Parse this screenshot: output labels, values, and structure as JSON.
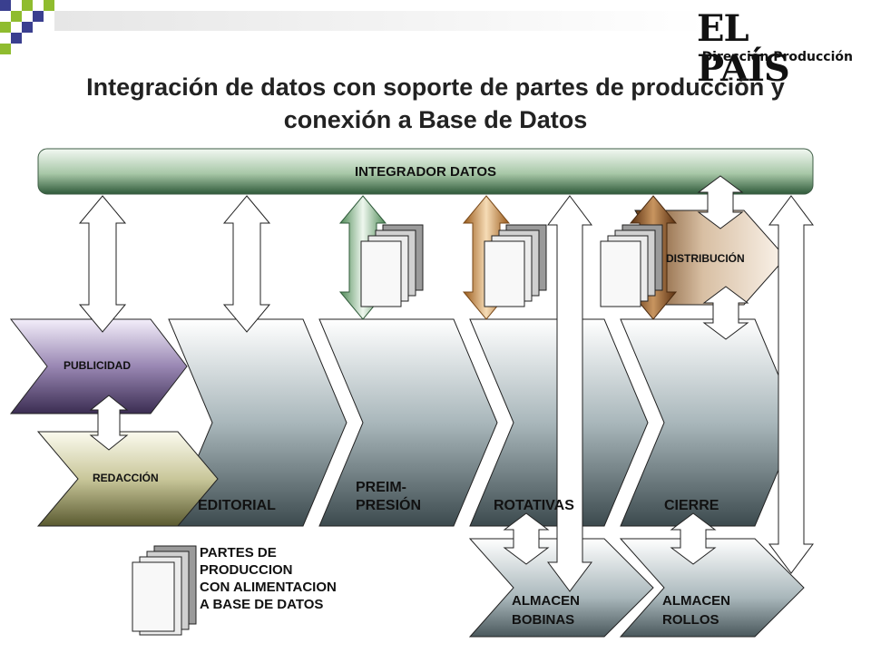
{
  "slide": {
    "title": "Integración de datos con soporte de partes de producción y conexión a Base de Datos",
    "logo": {
      "main": "EL PAÍS",
      "sub": "Dirección Producción"
    }
  },
  "integrator": {
    "label": "INTEGRADOR DATOS"
  },
  "stages": {
    "publicidad": "PUBLICIDAD",
    "redaccion": "REDACCIÓN",
    "editorial": "EDITORIAL",
    "preimpresion_1": "PREIM-",
    "preimpresion_2": "PRESIÓN",
    "rotativas": "ROTATIVAS",
    "cierre": "CIERRE",
    "distribucion": "DISTRIBUCIÓN",
    "almacen_bobinas_1": "ALMACEN",
    "almacen_bobinas_2": "BOBINAS",
    "almacen_rollos_1": "ALMACEN",
    "almacen_rollos_2": "ROLLOS"
  },
  "legend": {
    "text": "PARTES DE\nPRODUCCION\nCON ALIMENTACION\nA BASE DE DATOS"
  },
  "colors": {
    "integrator": "#9fc39f",
    "publicidad": "#6e5a8a",
    "redaccion": "#b9b88a",
    "stage": "#9fb0b5",
    "distribucion": "#c9a884",
    "arrow_green": "#a9cda9",
    "arrow_orange": "#d29a55",
    "arrow_brown": "#7a4a20"
  }
}
